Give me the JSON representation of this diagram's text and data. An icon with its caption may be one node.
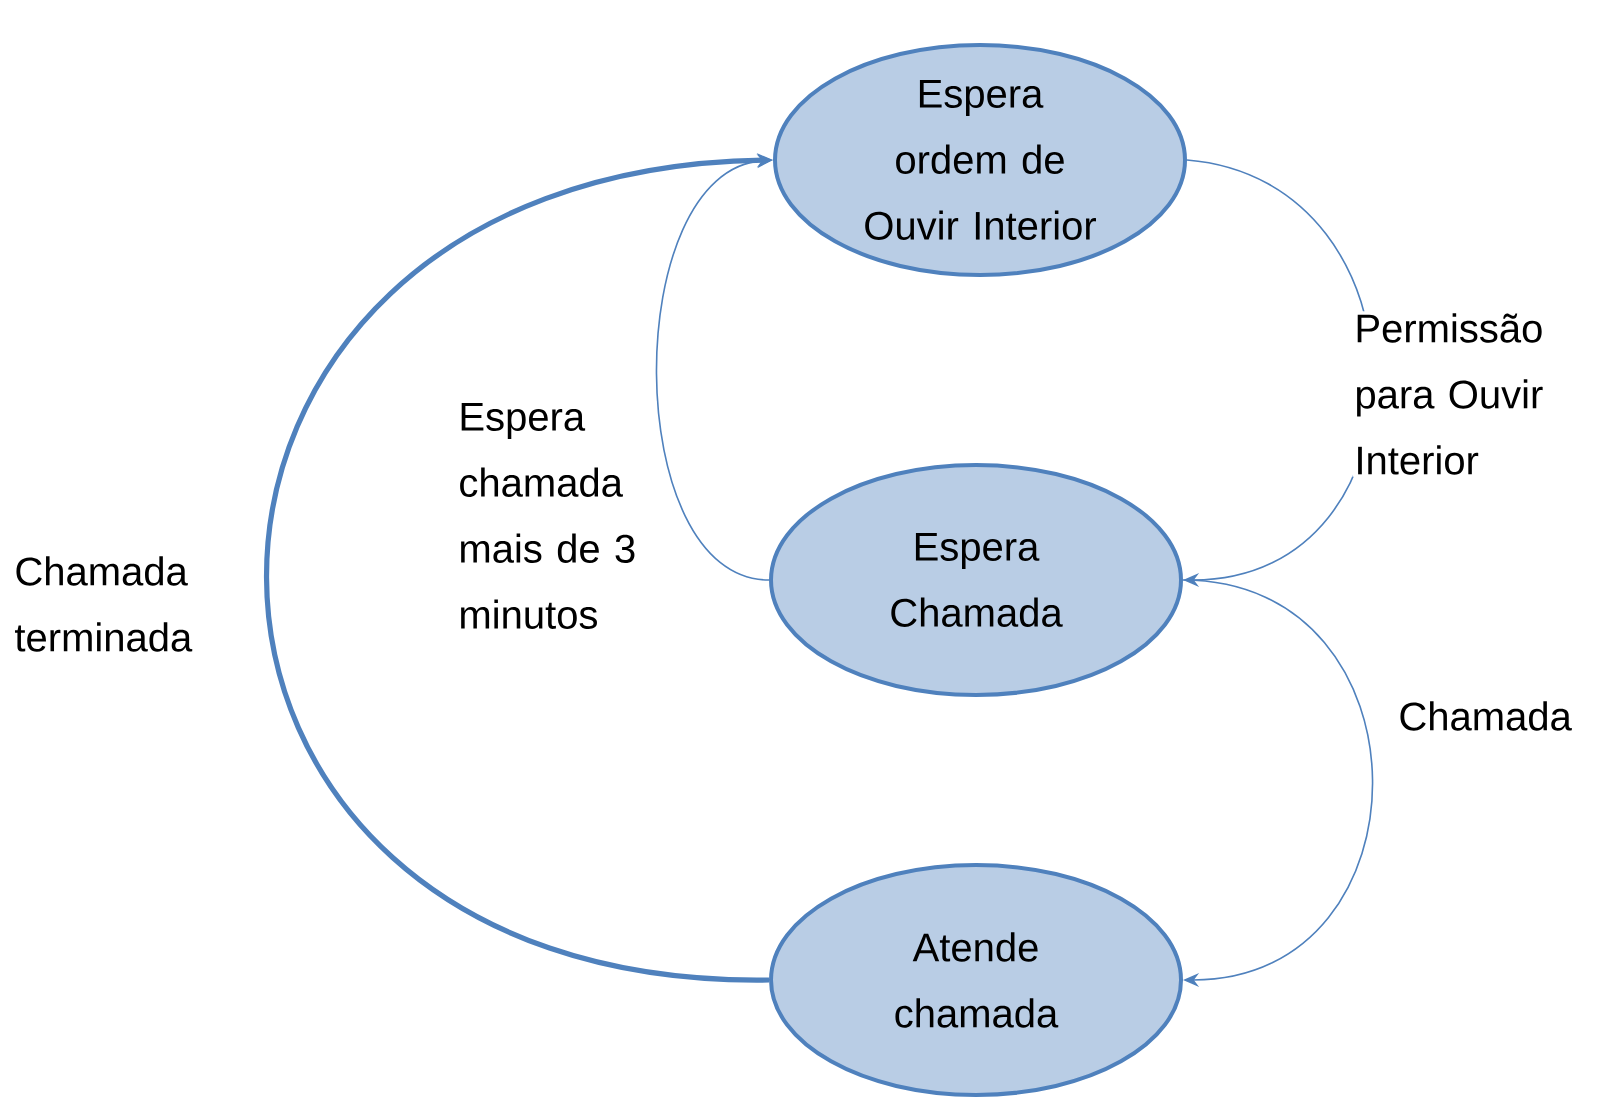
{
  "diagram": {
    "nodes": [
      {
        "text": [
          "Espera ordem de Ouvir Interior"
        ]
      },
      {
        "text": [
          "Espera Chamada"
        ]
      },
      {
        "text": [
          "Atende chamada"
        ]
      }
    ],
    "edges": [
      {
        "from": 0,
        "to": 1,
        "arrow": "to",
        "label": "Permissão para Ouvir Interior"
      },
      {
        "from": 1,
        "to": 0,
        "arrow": "to",
        "label": "Espera chamada mais de 3 minutos"
      },
      {
        "from": 1,
        "to": 2,
        "arrow": "to",
        "label": "Chamada"
      },
      {
        "from": 2,
        "to": 0,
        "arrow": "to",
        "label": "Chamada terminada",
        "style": "thick"
      }
    ]
  }
}
